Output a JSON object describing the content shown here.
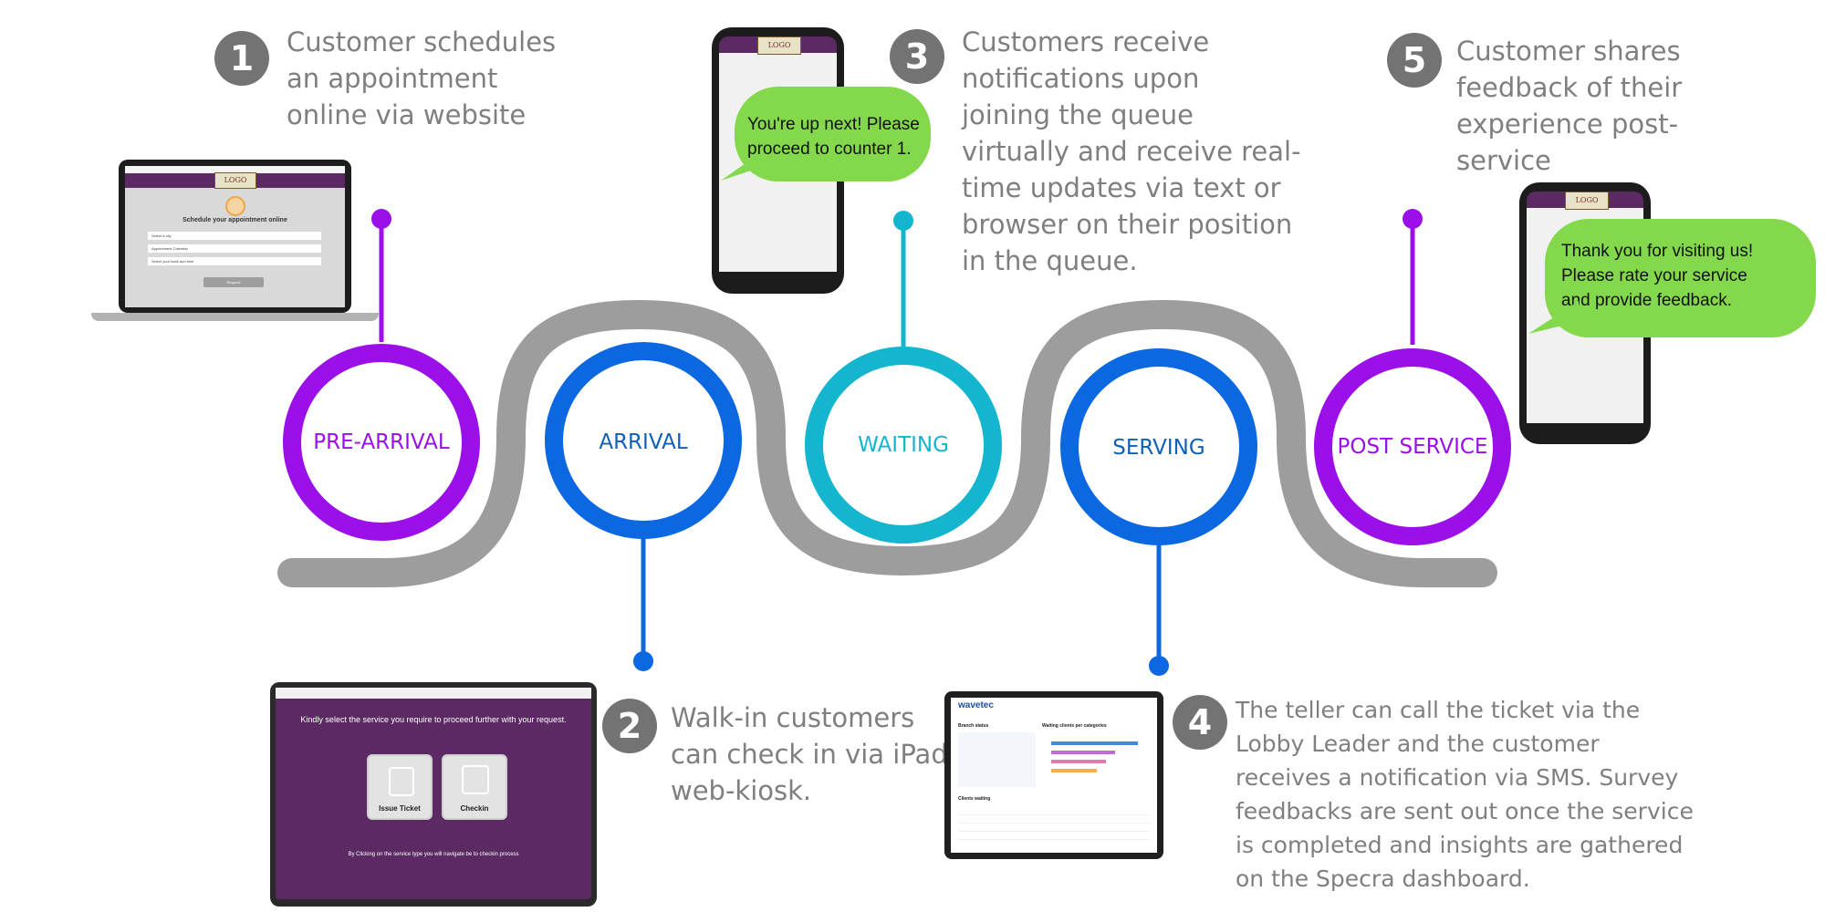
{
  "steps": [
    {
      "number": "1",
      "text": "Customer schedules\nan appointment\nonline via website"
    },
    {
      "number": "2",
      "text": "Walk-in customers\ncan check in via iPad\nweb-kiosk."
    },
    {
      "number": "3",
      "text": "Customers receive\nnotifications upon\njoining the queue\nvirtually and receive real-\ntime updates via text or\nbrowser on their position\nin the queue."
    },
    {
      "number": "4",
      "text": "The teller can call the ticket via the\nLobby Leader and the customer\nreceives a notification via SMS. Survey\nfeedbacks are sent out once the service\nis completed and insights are gathered\non the Specra dashboard."
    },
    {
      "number": "5",
      "text": "Customer shares\nfeedback of their\nexperience post-\nservice"
    }
  ],
  "stages": [
    {
      "label": "PRE-ARRIVAL",
      "color": "#9b10e8"
    },
    {
      "label": "ARRIVAL",
      "color": "#0b68e0"
    },
    {
      "label": "WAITING",
      "color": "#14b6cf"
    },
    {
      "label": "SERVING",
      "color": "#0b68e0"
    },
    {
      "label": "POST SERVICE",
      "color": "#9b10e8"
    }
  ],
  "bubbles": {
    "waiting": "You're up next! Please\nproceed to counter 1.",
    "post": "Thank you for visiting us!\nPlease rate your service\nand provide feedback."
  },
  "laptop": {
    "heading": "Schedule your appointment online",
    "fields": [
      "Select a city",
      "Appointment Calendar",
      "Select your bank and time"
    ],
    "button": "Request"
  },
  "kiosk": {
    "prompt": "Kindly select the service you require to proceed further with your request.",
    "tiles": [
      "Issue Ticket",
      "Checkin"
    ],
    "footer": "By Clicking on the service type you will navigate be to checkin process"
  },
  "dashboard": {
    "brand": "wavetec",
    "sections": [
      "Branch status",
      "Waiting clients per categories",
      "Clients waiting"
    ]
  },
  "colors": {
    "path": "#9d9d9d",
    "purple": "#9b10e8",
    "blue": "#0b68e0",
    "cyan": "#14b6cf",
    "bubble": "#84d84b",
    "number_badge": "#737373",
    "kiosk_bg": "#5b2a63"
  }
}
